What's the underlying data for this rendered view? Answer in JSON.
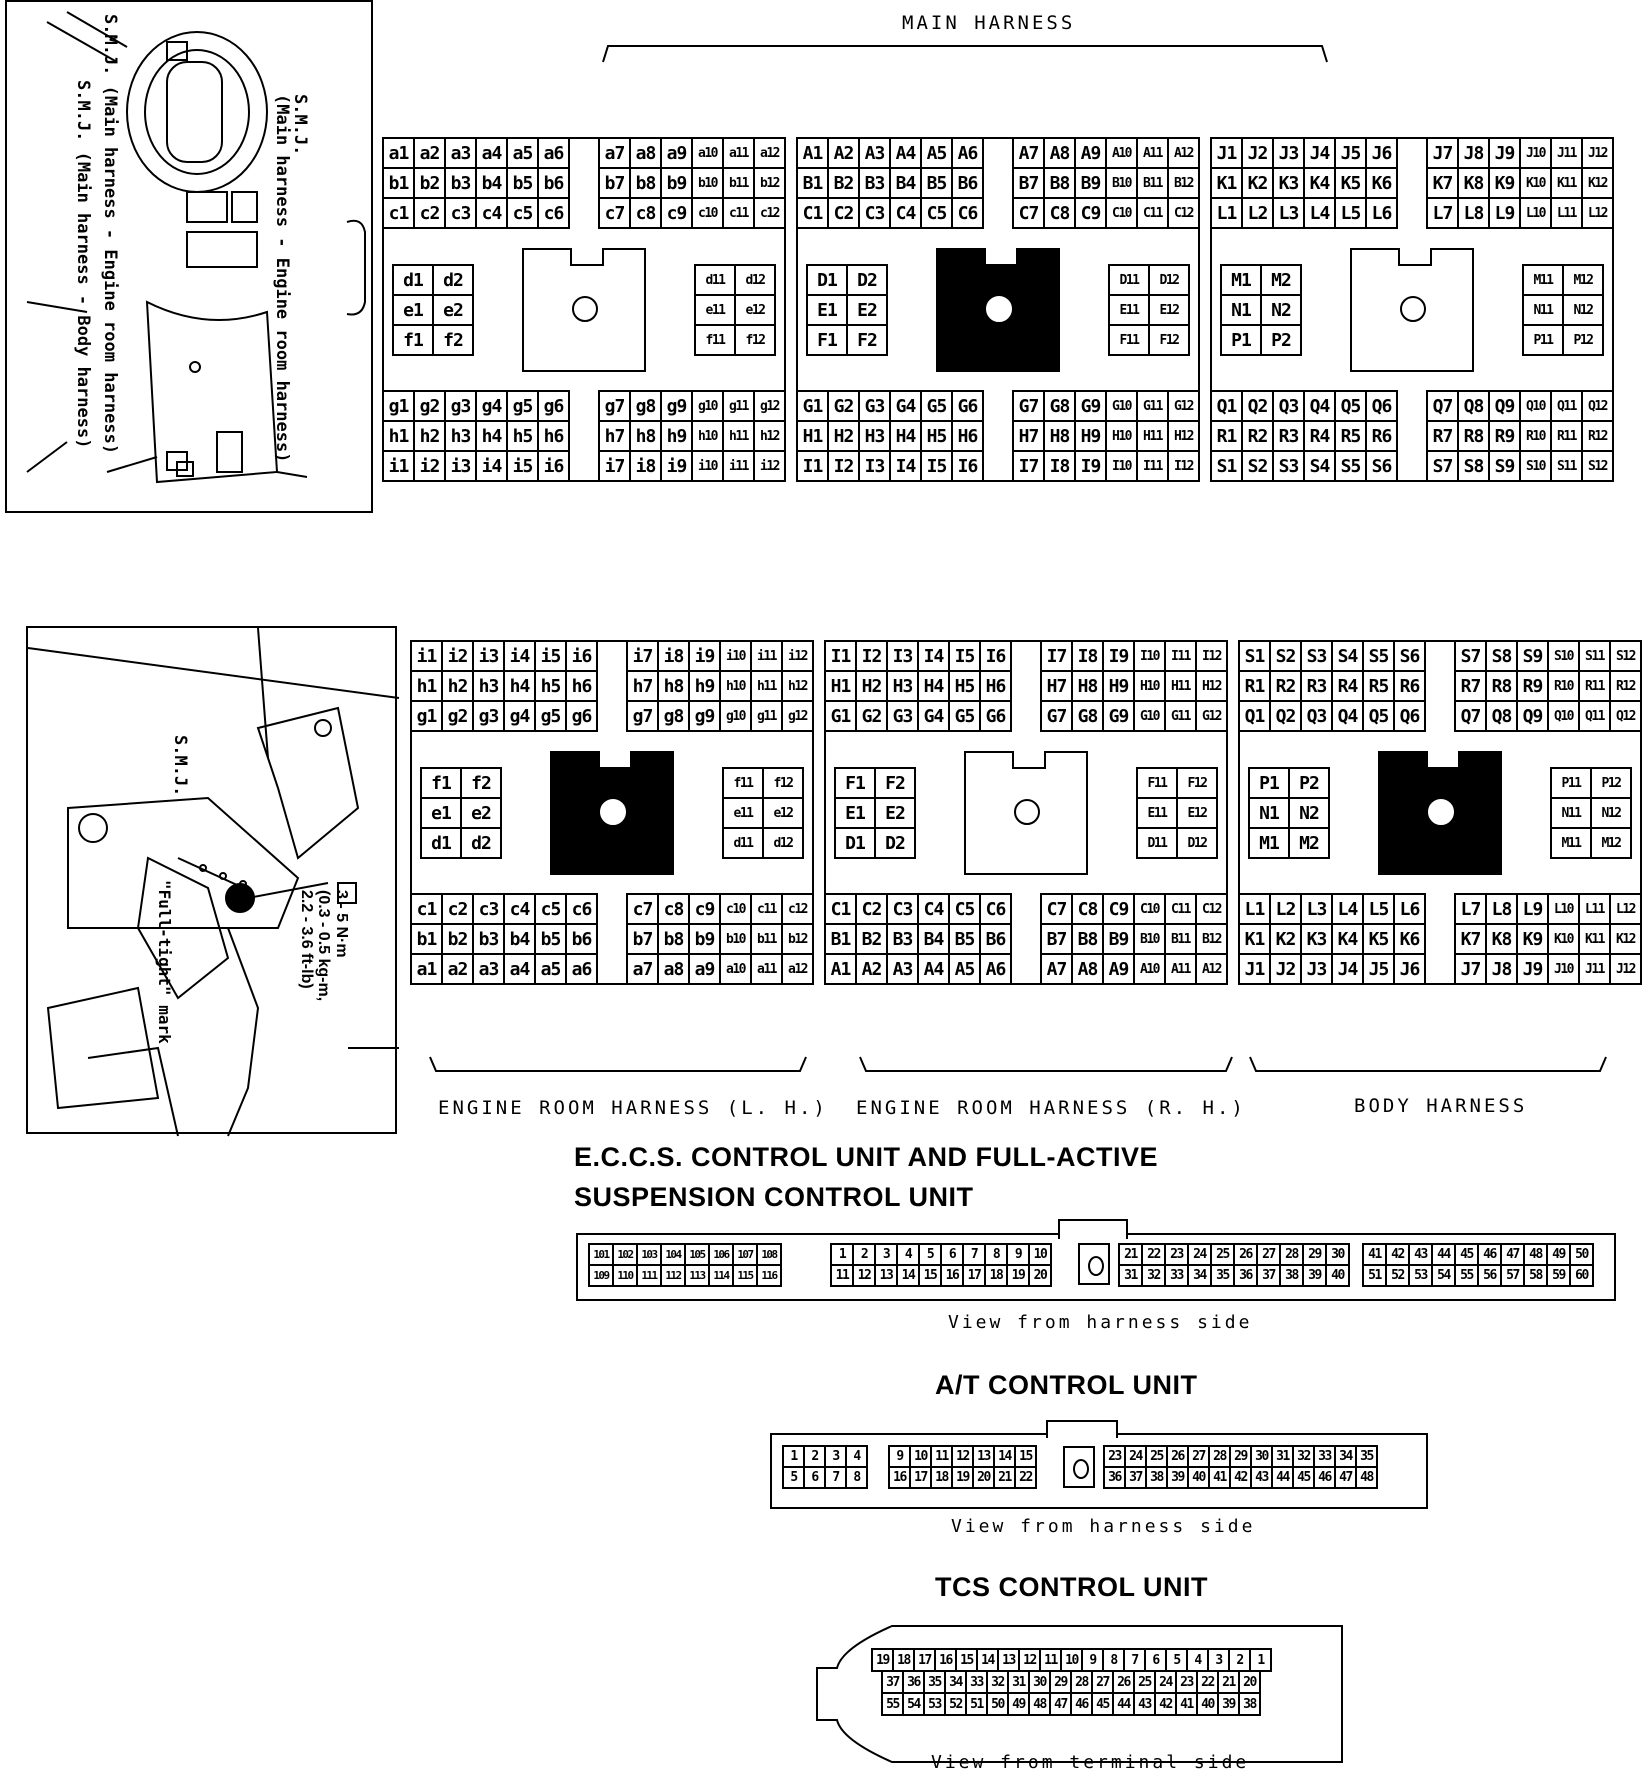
{
  "header": {
    "main_harness": "MAIN HARNESS"
  },
  "illustration_top": {
    "smj_engine": "S.M.J.",
    "smj_engine_detail": "(Main harness - Engine room harness)",
    "smj_main_engine": "S.M.J. (Main harness - Engine room harness)",
    "smj_main_body": "S.M.J. (Main harness - Body harness)"
  },
  "illustration_bottom": {
    "smj": "S.M.J.",
    "torque_1": "3 - 5 N·m",
    "torque_2": "(0.3 - 0.5 kg-m,",
    "torque_3": "2.2 - 3.6 ft-lb)",
    "full_tight": "\"Full-tight\" mark"
  },
  "top_connectors": [
    {
      "tl": [
        [
          "a1",
          "a2",
          "a3",
          "a4",
          "a5",
          "a6"
        ],
        [
          "b1",
          "b2",
          "b3",
          "b4",
          "b5",
          "b6"
        ],
        [
          "c1",
          "c2",
          "c3",
          "c4",
          "c5",
          "c6"
        ]
      ],
      "tr": [
        [
          "a7",
          "a8",
          "a9",
          "a10",
          "a11",
          "a12"
        ],
        [
          "b7",
          "b8",
          "b9",
          "b10",
          "b11",
          "b12"
        ],
        [
          "c7",
          "c8",
          "c9",
          "c10",
          "c11",
          "c12"
        ]
      ],
      "ml": [
        [
          "d1",
          "d2"
        ],
        [
          "e1",
          "e2"
        ],
        [
          "f1",
          "f2"
        ]
      ],
      "mr": [
        [
          "d11",
          "d12"
        ],
        [
          "e11",
          "e12"
        ],
        [
          "f11",
          "f12"
        ]
      ],
      "bl": [
        [
          "g1",
          "g2",
          "g3",
          "g4",
          "g5",
          "g6"
        ],
        [
          "h1",
          "h2",
          "h3",
          "h4",
          "h5",
          "h6"
        ],
        [
          "i1",
          "i2",
          "i3",
          "i4",
          "i5",
          "i6"
        ]
      ],
      "br": [
        [
          "g7",
          "g8",
          "g9",
          "g10",
          "g11",
          "g12"
        ],
        [
          "h7",
          "h8",
          "h9",
          "h10",
          "h11",
          "h12"
        ],
        [
          "i7",
          "i8",
          "i9",
          "i10",
          "i11",
          "i12"
        ]
      ],
      "filled": false
    },
    {
      "tl": [
        [
          "A1",
          "A2",
          "A3",
          "A4",
          "A5",
          "A6"
        ],
        [
          "B1",
          "B2",
          "B3",
          "B4",
          "B5",
          "B6"
        ],
        [
          "C1",
          "C2",
          "C3",
          "C4",
          "C5",
          "C6"
        ]
      ],
      "tr": [
        [
          "A7",
          "A8",
          "A9",
          "A10",
          "A11",
          "A12"
        ],
        [
          "B7",
          "B8",
          "B9",
          "B10",
          "B11",
          "B12"
        ],
        [
          "C7",
          "C8",
          "C9",
          "C10",
          "C11",
          "C12"
        ]
      ],
      "ml": [
        [
          "D1",
          "D2"
        ],
        [
          "E1",
          "E2"
        ],
        [
          "F1",
          "F2"
        ]
      ],
      "mr": [
        [
          "D11",
          "D12"
        ],
        [
          "E11",
          "E12"
        ],
        [
          "F11",
          "F12"
        ]
      ],
      "bl": [
        [
          "G1",
          "G2",
          "G3",
          "G4",
          "G5",
          "G6"
        ],
        [
          "H1",
          "H2",
          "H3",
          "H4",
          "H5",
          "H6"
        ],
        [
          "I1",
          "I2",
          "I3",
          "I4",
          "I5",
          "I6"
        ]
      ],
      "br": [
        [
          "G7",
          "G8",
          "G9",
          "G10",
          "G11",
          "G12"
        ],
        [
          "H7",
          "H8",
          "H9",
          "H10",
          "H11",
          "H12"
        ],
        [
          "I7",
          "I8",
          "I9",
          "I10",
          "I11",
          "I12"
        ]
      ],
      "filled": true
    },
    {
      "tl": [
        [
          "J1",
          "J2",
          "J3",
          "J4",
          "J5",
          "J6"
        ],
        [
          "K1",
          "K2",
          "K3",
          "K4",
          "K5",
          "K6"
        ],
        [
          "L1",
          "L2",
          "L3",
          "L4",
          "L5",
          "L6"
        ]
      ],
      "tr": [
        [
          "J7",
          "J8",
          "J9",
          "J10",
          "J11",
          "J12"
        ],
        [
          "K7",
          "K8",
          "K9",
          "K10",
          "K11",
          "K12"
        ],
        [
          "L7",
          "L8",
          "L9",
          "L10",
          "L11",
          "L12"
        ]
      ],
      "ml": [
        [
          "M1",
          "M2"
        ],
        [
          "N1",
          "N2"
        ],
        [
          "P1",
          "P2"
        ]
      ],
      "mr": [
        [
          "M11",
          "M12"
        ],
        [
          "N11",
          "N12"
        ],
        [
          "P11",
          "P12"
        ]
      ],
      "bl": [
        [
          "Q1",
          "Q2",
          "Q3",
          "Q4",
          "Q5",
          "Q6"
        ],
        [
          "R1",
          "R2",
          "R3",
          "R4",
          "R5",
          "R6"
        ],
        [
          "S1",
          "S2",
          "S3",
          "S4",
          "S5",
          "S6"
        ]
      ],
      "br": [
        [
          "Q7",
          "Q8",
          "Q9",
          "Q10",
          "Q11",
          "Q12"
        ],
        [
          "R7",
          "R8",
          "R9",
          "R10",
          "R11",
          "R12"
        ],
        [
          "S7",
          "S8",
          "S9",
          "S10",
          "S11",
          "S12"
        ]
      ],
      "filled": false
    }
  ],
  "bottom_connectors": [
    {
      "tl": [
        [
          "i1",
          "i2",
          "i3",
          "i4",
          "i5",
          "i6"
        ],
        [
          "h1",
          "h2",
          "h3",
          "h4",
          "h5",
          "h6"
        ],
        [
          "g1",
          "g2",
          "g3",
          "g4",
          "g5",
          "g6"
        ]
      ],
      "tr": [
        [
          "i7",
          "i8",
          "i9",
          "i10",
          "i11",
          "i12"
        ],
        [
          "h7",
          "h8",
          "h9",
          "h10",
          "h11",
          "h12"
        ],
        [
          "g7",
          "g8",
          "g9",
          "g10",
          "g11",
          "g12"
        ]
      ],
      "ml": [
        [
          "f1",
          "f2"
        ],
        [
          "e1",
          "e2"
        ],
        [
          "d1",
          "d2"
        ]
      ],
      "mr": [
        [
          "f11",
          "f12"
        ],
        [
          "e11",
          "e12"
        ],
        [
          "d11",
          "d12"
        ]
      ],
      "bl": [
        [
          "c1",
          "c2",
          "c3",
          "c4",
          "c5",
          "c6"
        ],
        [
          "b1",
          "b2",
          "b3",
          "b4",
          "b5",
          "b6"
        ],
        [
          "a1",
          "a2",
          "a3",
          "a4",
          "a5",
          "a6"
        ]
      ],
      "br": [
        [
          "c7",
          "c8",
          "c9",
          "c10",
          "c11",
          "c12"
        ],
        [
          "b7",
          "b8",
          "b9",
          "b10",
          "b11",
          "b12"
        ],
        [
          "a7",
          "a8",
          "a9",
          "a10",
          "a11",
          "a12"
        ]
      ],
      "filled": true
    },
    {
      "tl": [
        [
          "I1",
          "I2",
          "I3",
          "I4",
          "I5",
          "I6"
        ],
        [
          "H1",
          "H2",
          "H3",
          "H4",
          "H5",
          "H6"
        ],
        [
          "G1",
          "G2",
          "G3",
          "G4",
          "G5",
          "G6"
        ]
      ],
      "tr": [
        [
          "I7",
          "I8",
          "I9",
          "I10",
          "I11",
          "I12"
        ],
        [
          "H7",
          "H8",
          "H9",
          "H10",
          "H11",
          "H12"
        ],
        [
          "G7",
          "G8",
          "G9",
          "G10",
          "G11",
          "G12"
        ]
      ],
      "ml": [
        [
          "F1",
          "F2"
        ],
        [
          "E1",
          "E2"
        ],
        [
          "D1",
          "D2"
        ]
      ],
      "mr": [
        [
          "F11",
          "F12"
        ],
        [
          "E11",
          "E12"
        ],
        [
          "D11",
          "D12"
        ]
      ],
      "bl": [
        [
          "C1",
          "C2",
          "C3",
          "C4",
          "C5",
          "C6"
        ],
        [
          "B1",
          "B2",
          "B3",
          "B4",
          "B5",
          "B6"
        ],
        [
          "A1",
          "A2",
          "A3",
          "A4",
          "A5",
          "A6"
        ]
      ],
      "br": [
        [
          "C7",
          "C8",
          "C9",
          "C10",
          "C11",
          "C12"
        ],
        [
          "B7",
          "B8",
          "B9",
          "B10",
          "B11",
          "B12"
        ],
        [
          "A7",
          "A8",
          "A9",
          "A10",
          "A11",
          "A12"
        ]
      ],
      "filled": false
    },
    {
      "tl": [
        [
          "S1",
          "S2",
          "S3",
          "S4",
          "S5",
          "S6"
        ],
        [
          "R1",
          "R2",
          "R3",
          "R4",
          "R5",
          "R6"
        ],
        [
          "Q1",
          "Q2",
          "Q3",
          "Q4",
          "Q5",
          "Q6"
        ]
      ],
      "tr": [
        [
          "S7",
          "S8",
          "S9",
          "S10",
          "S11",
          "S12"
        ],
        [
          "R7",
          "R8",
          "R9",
          "R10",
          "R11",
          "R12"
        ],
        [
          "Q7",
          "Q8",
          "Q9",
          "Q10",
          "Q11",
          "Q12"
        ]
      ],
      "ml": [
        [
          "P1",
          "P2"
        ],
        [
          "N1",
          "N2"
        ],
        [
          "M1",
          "M2"
        ]
      ],
      "mr": [
        [
          "P11",
          "P12"
        ],
        [
          "N11",
          "N12"
        ],
        [
          "M11",
          "M12"
        ]
      ],
      "bl": [
        [
          "L1",
          "L2",
          "L3",
          "L4",
          "L5",
          "L6"
        ],
        [
          "K1",
          "K2",
          "K3",
          "K4",
          "K5",
          "K6"
        ],
        [
          "J1",
          "J2",
          "J3",
          "J4",
          "J5",
          "J6"
        ]
      ],
      "br": [
        [
          "L7",
          "L8",
          "L9",
          "L10",
          "L11",
          "L12"
        ],
        [
          "K7",
          "K8",
          "K9",
          "K10",
          "K11",
          "K12"
        ],
        [
          "J7",
          "J8",
          "J9",
          "J10",
          "J11",
          "J12"
        ]
      ],
      "filled": true
    }
  ],
  "bottom_labels": {
    "engine_lh": "ENGINE ROOM HARNESS (L. H.)",
    "engine_rh": "ENGINE ROOM HARNESS (R. H.)",
    "body": "BODY HARNESS"
  },
  "eccs": {
    "title_1": "E.C.C.S. CONTROL UNIT AND FULL-ACTIVE",
    "title_2": "SUSPENSION CONTROL UNIT",
    "g1": [
      [
        "101",
        "102",
        "103",
        "104",
        "105",
        "106",
        "107",
        "108"
      ],
      [
        "109",
        "110",
        "111",
        "112",
        "113",
        "114",
        "115",
        "116"
      ]
    ],
    "g2": [
      [
        "1",
        "2",
        "3",
        "4",
        "5",
        "6",
        "7",
        "8",
        "9",
        "10"
      ],
      [
        "11",
        "12",
        "13",
        "14",
        "15",
        "16",
        "17",
        "18",
        "19",
        "20"
      ]
    ],
    "g3": [
      [
        "21",
        "22",
        "23",
        "24",
        "25",
        "26",
        "27",
        "28",
        "29",
        "30"
      ],
      [
        "31",
        "32",
        "33",
        "34",
        "35",
        "36",
        "37",
        "38",
        "39",
        "40"
      ]
    ],
    "g4": [
      [
        "41",
        "42",
        "43",
        "44",
        "45",
        "46",
        "47",
        "48",
        "49",
        "50"
      ],
      [
        "51",
        "52",
        "53",
        "54",
        "55",
        "56",
        "57",
        "58",
        "59",
        "60"
      ]
    ],
    "caption": "View from harness side"
  },
  "at": {
    "title": "A/T CONTROL UNIT",
    "g1": [
      [
        "1",
        "2",
        "3",
        "4"
      ],
      [
        "5",
        "6",
        "7",
        "8"
      ]
    ],
    "g2": [
      [
        "9",
        "10",
        "11",
        "12",
        "13",
        "14",
        "15"
      ],
      [
        "16",
        "17",
        "18",
        "19",
        "20",
        "21",
        "22"
      ]
    ],
    "g3": [
      [
        "23",
        "24",
        "25",
        "26",
        "27",
        "28",
        "29",
        "30",
        "31",
        "32",
        "33",
        "34",
        "35"
      ],
      [
        "36",
        "37",
        "38",
        "39",
        "40",
        "41",
        "42",
        "43",
        "44",
        "45",
        "46",
        "47",
        "48"
      ]
    ],
    "caption": "View from harness side"
  },
  "tcs": {
    "title": "TCS CONTROL UNIT",
    "rows": [
      [
        "19",
        "18",
        "17",
        "16",
        "15",
        "14",
        "13",
        "12",
        "11",
        "10",
        "9",
        "8",
        "7",
        "6",
        "5",
        "4",
        "3",
        "2",
        "1"
      ],
      [
        "37",
        "36",
        "35",
        "34",
        "33",
        "32",
        "31",
        "30",
        "29",
        "28",
        "27",
        "26",
        "25",
        "24",
        "23",
        "22",
        "21",
        "20"
      ],
      [
        "55",
        "54",
        "53",
        "52",
        "51",
        "50",
        "49",
        "48",
        "47",
        "46",
        "45",
        "44",
        "43",
        "42",
        "41",
        "40",
        "39",
        "38"
      ]
    ],
    "caption": "View from terminal side"
  }
}
